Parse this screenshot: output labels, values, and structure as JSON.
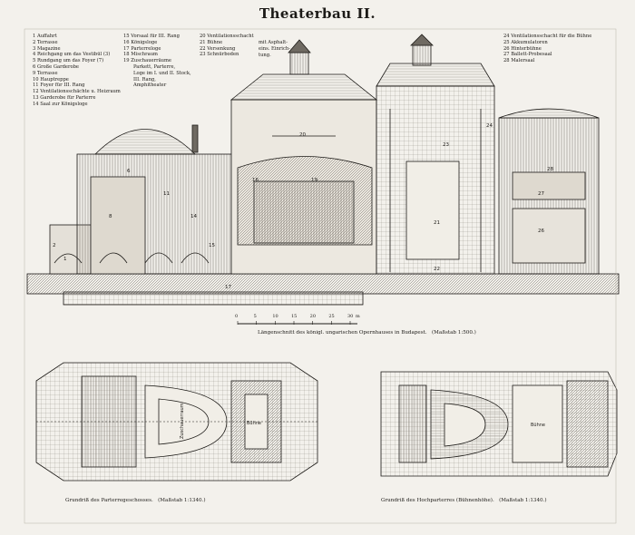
{
  "title": "Theaterbau II.",
  "legend_col1": [
    "1 Auffahrt",
    "2 Terrasse",
    "3 Magazine",
    "4 Reichgang um das Vestibül (3)",
    "5 Rundgang um das Foyer (7)",
    "6 Große Garderobe",
    "9 Terrasse",
    "10 Hauptreppe",
    "11 Foyer für III. Rang",
    "12 Ventilationsschächte u. Heizraum",
    "13 Garderobe für Parterre",
    "14 Saal zur Königsloge"
  ],
  "legend_col2": [
    "15 Vorsaal für III. Rang",
    "16 Königsloge",
    "17 Parterreloge",
    "18 Mischraum",
    "19 Zuschauerräume",
    "Parkett, Parterre,",
    "Loge im I. und II. Stock,",
    "III. Rang,",
    "Amphitheater"
  ],
  "legend_col3": [
    "20 Ventilationsschacht",
    "21 Bühne",
    "22 Versenkung",
    "23 Schnürboden"
  ],
  "brace_note": [
    "mit Asphalt-",
    "eins. Einrich-",
    "tung."
  ],
  "legend_col4": [
    "24 Ventilationsschacht für die Bühne",
    "25 Akkumulatoren",
    "26 Hinterbühne",
    "27 Ballett-Probesaal",
    "28 Malersaal"
  ],
  "section_numbers": [
    "1",
    "2",
    "6",
    "8",
    "11",
    "14",
    "15",
    "16",
    "17",
    "19",
    "20",
    "21",
    "22",
    "23",
    "24",
    "26",
    "27",
    "28"
  ],
  "scale_ticks": [
    "0",
    "5",
    "10",
    "15",
    "20",
    "25",
    "30"
  ],
  "scale_unit": "m",
  "caption_section": "Längenschnitt des königl. ungarischen Opernhauses in Budapest.",
  "caption_section_scale": "(Maßstab 1:500.)",
  "caption_plan_left": "Grundriß des Parterregeschosses.",
  "caption_plan_left_scale": "(Maßstab 1:1340.)",
  "caption_plan_right": "Grundriß des Hochparterres (Bühnenhöhe).",
  "caption_plan_right_scale": "(Maßstab 1:1340.)",
  "plan_left_labels": [
    "Zuschauerraum",
    "Bühne"
  ],
  "plan_right_labels": [
    "Bühne"
  ],
  "colors": {
    "paper": "#f3f1ec",
    "ink": "#1c1a17",
    "mid": "#6f6a62",
    "light": "#b9b3a8"
  }
}
